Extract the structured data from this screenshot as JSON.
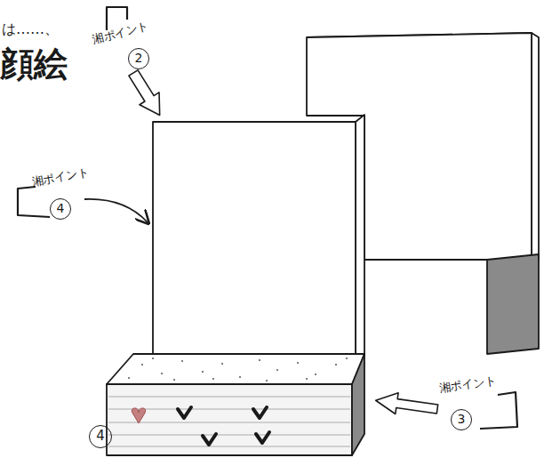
{
  "diagram": {
    "labels": [
      "は……、",
      "顔絵",
      "湘ポイント",
      "2",
      "湘ポイント",
      "4",
      "湘ポイント",
      "3",
      "4"
    ]
  }
}
